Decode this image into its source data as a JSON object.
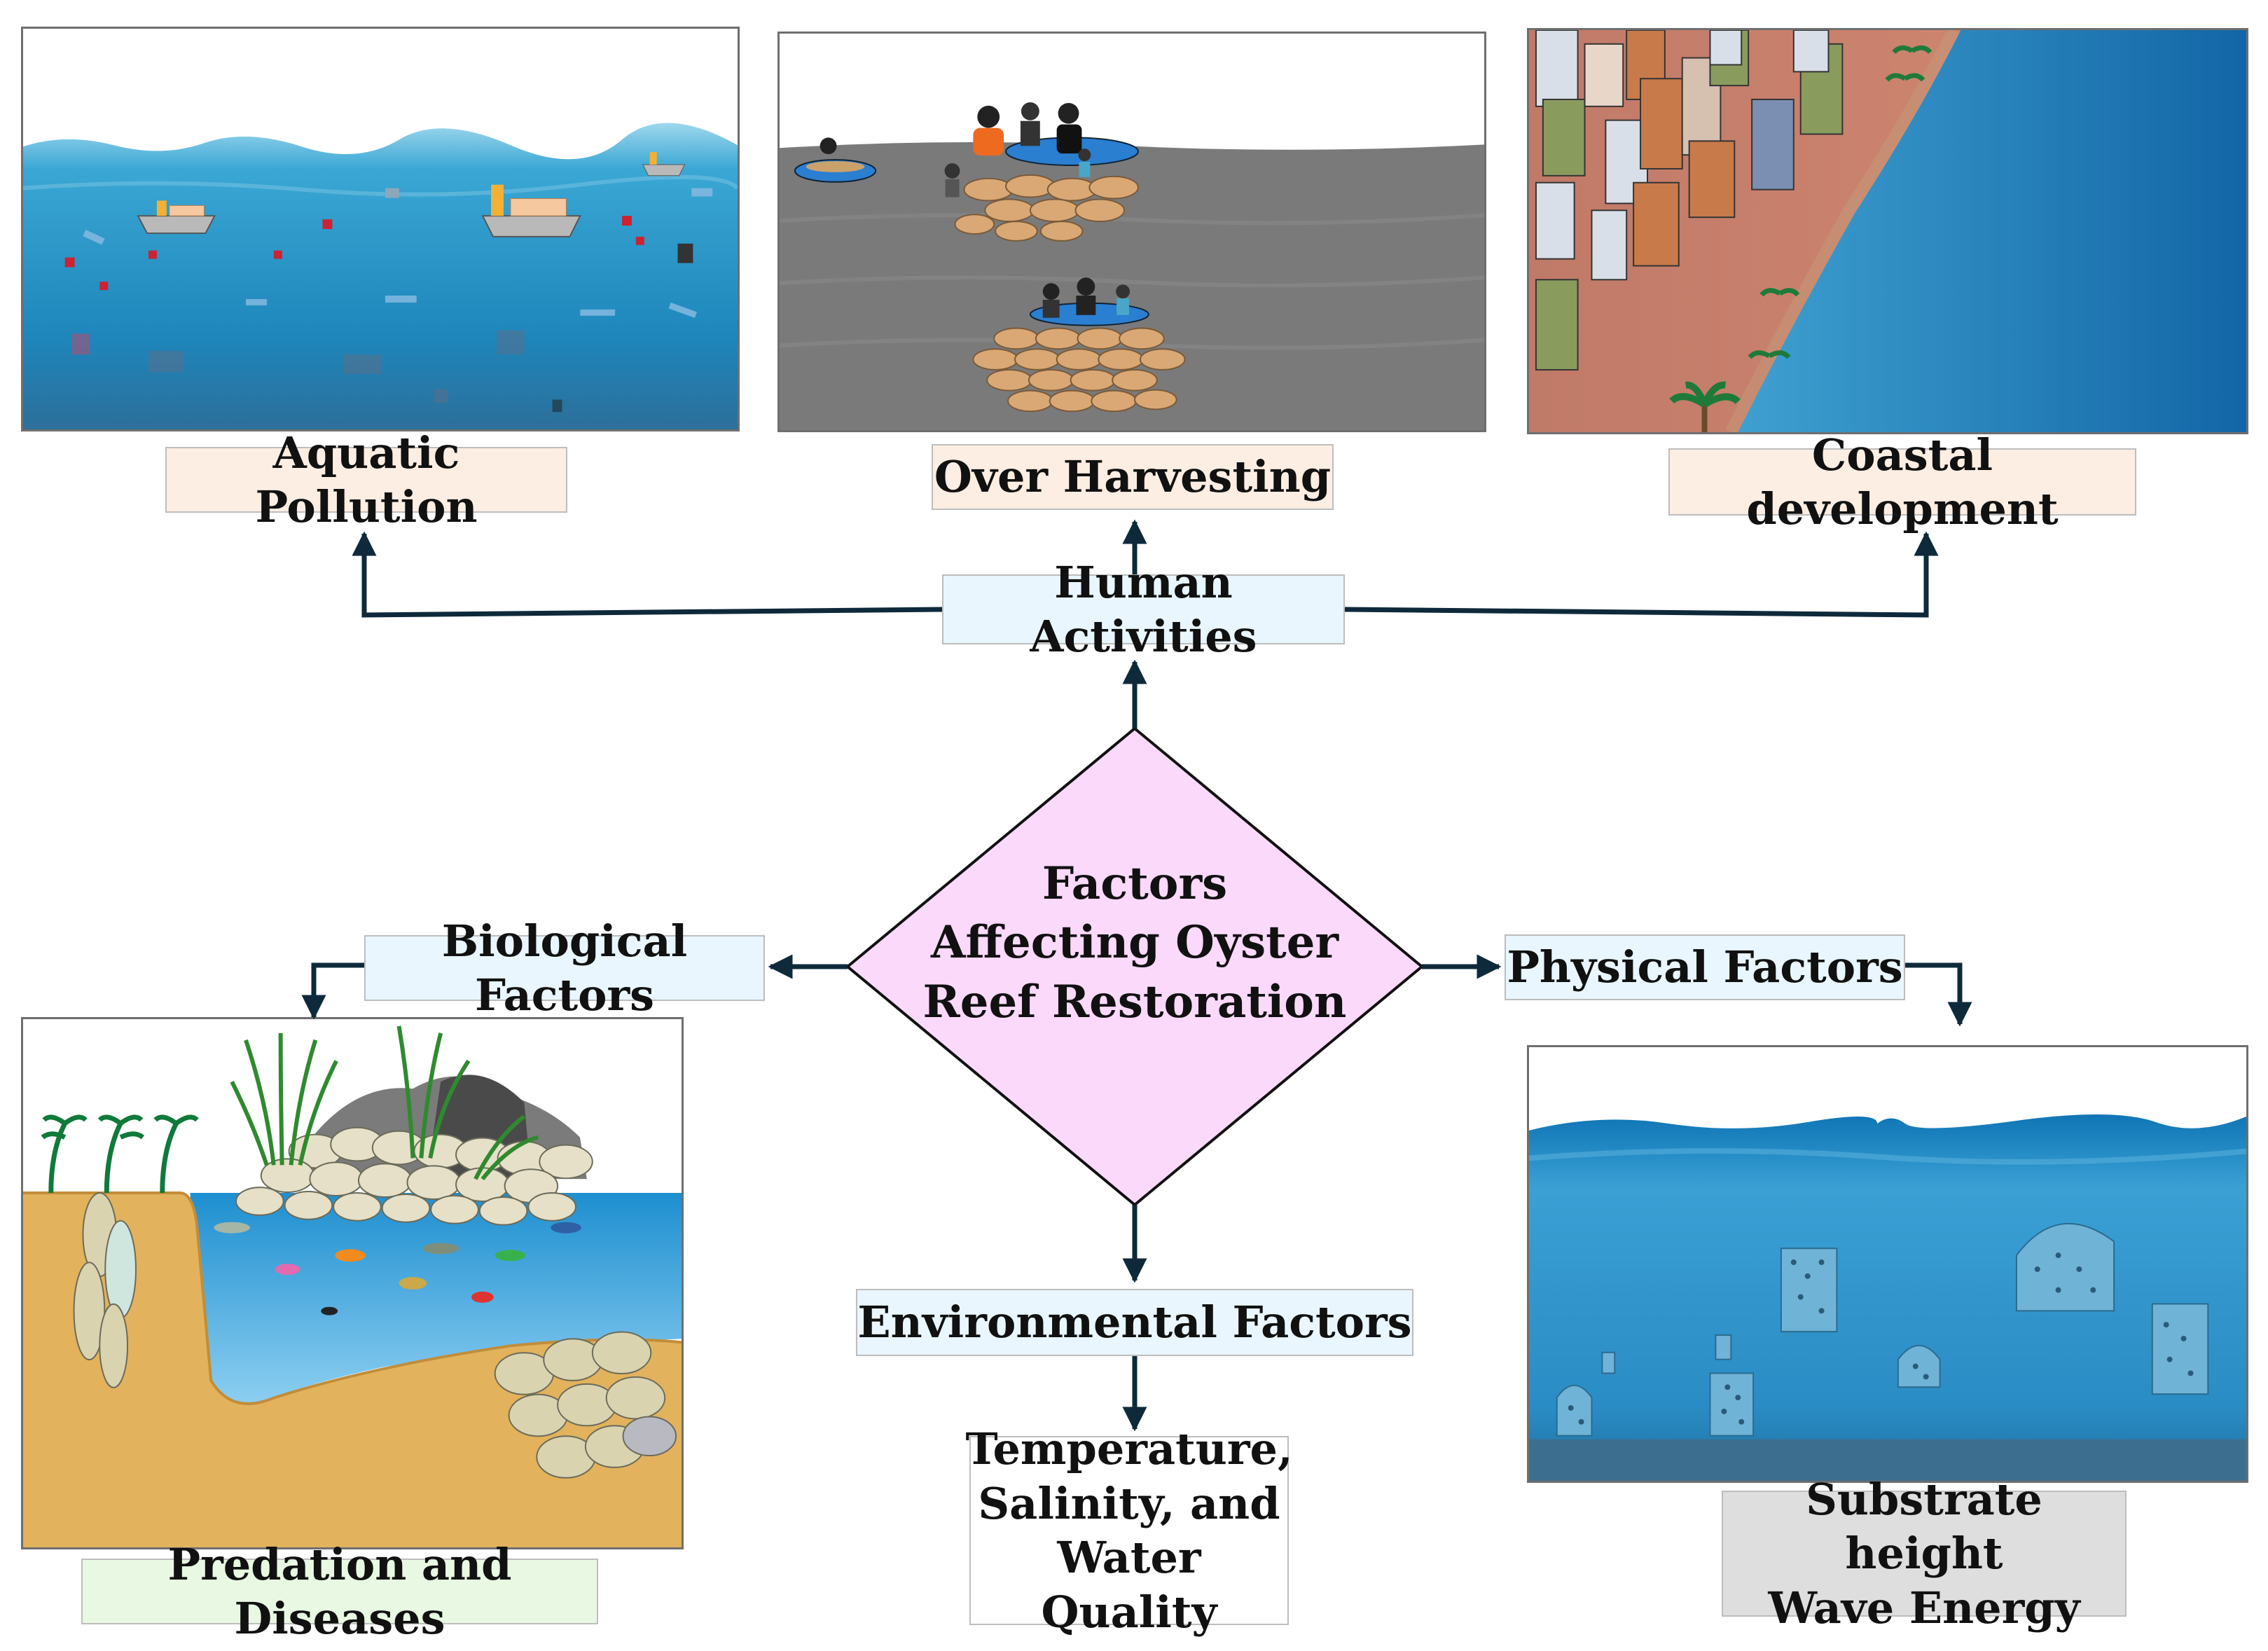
{
  "central": {
    "line1": "Factors",
    "line2": "Affecting Oyster",
    "line3": "Reef Restoration"
  },
  "categories": {
    "human": "Human Activities",
    "biological": "Biological Factors",
    "physical": "Physical Factors",
    "environmental": "Environmental Factors"
  },
  "outcomes": {
    "aquatic_pollution": "Aquatic Pollution",
    "over_harvesting": "Over Harvesting",
    "coastal_development": "Coastal development",
    "predation": "Predation and Diseases",
    "substrate_line1": "Substrate height",
    "substrate_line2": "Wave Energy",
    "env_line1": "Temperature,",
    "env_line2": "Salinity, and",
    "env_line3": "Water Quality"
  },
  "colors": {
    "diamond_fill": "#fbd9fb",
    "arrow": "#0e2a3a",
    "water": "#2c93c4",
    "sand": "#e3b35c",
    "harvest_water": "#7b7b7b"
  },
  "icons": [
    "ship-icon",
    "plastic-bag-icon",
    "boat-icon",
    "person-icon",
    "oyster-icon",
    "building-icon",
    "palm-tree-icon",
    "seagrass-icon",
    "rock-icon",
    "fish-icon",
    "reef-ball-icon"
  ]
}
